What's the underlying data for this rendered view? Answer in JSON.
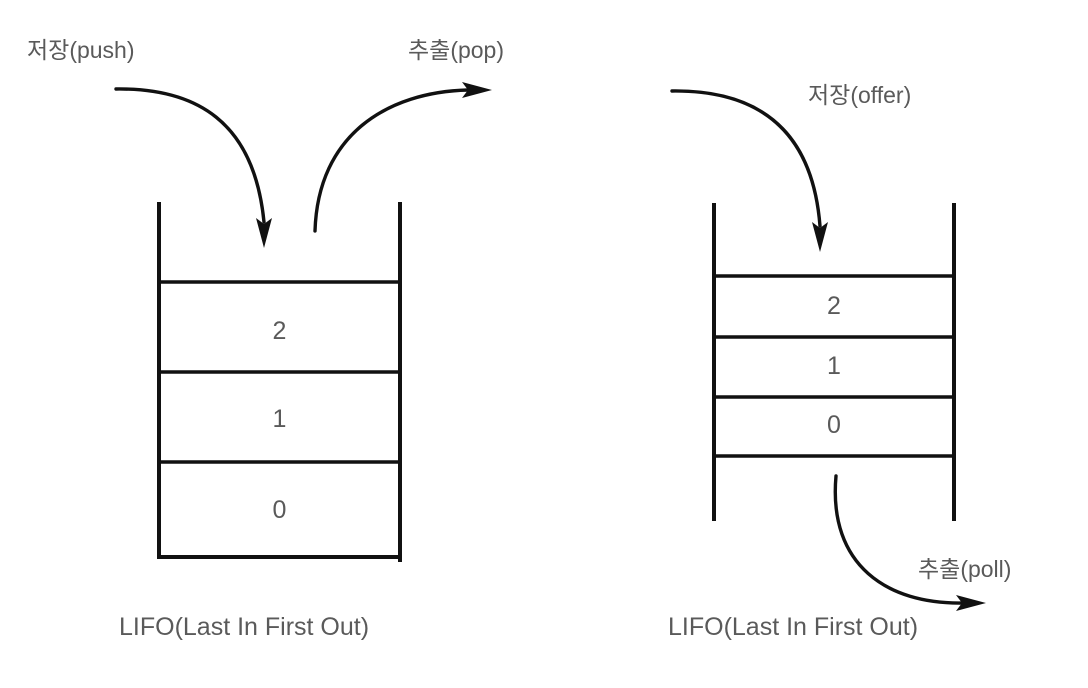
{
  "diagram": {
    "title_left": "LIFO(Last In First Out)",
    "title_right": "LIFO(Last In First Out)",
    "background_color": "#ffffff",
    "line_color": "#111111",
    "text_color": "#5a5a5a"
  },
  "left_structure": {
    "name": "stack",
    "caption": "LIFO(Last In First Out)",
    "push_label": "저장(push)",
    "pop_label": "추출(pop)",
    "cells": [
      {
        "value": "2"
      },
      {
        "value": "1"
      },
      {
        "value": "0"
      }
    ]
  },
  "right_structure": {
    "name": "queue",
    "caption": "LIFO(Last In First Out)",
    "offer_label": "저장(offer)",
    "poll_label": "추출(poll)",
    "cells": [
      {
        "value": "2"
      },
      {
        "value": "1"
      },
      {
        "value": "0"
      }
    ]
  }
}
